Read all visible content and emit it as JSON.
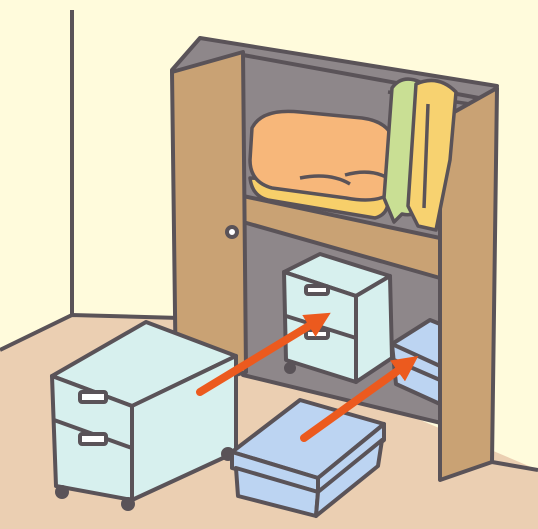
{
  "colors": {
    "wall": "#FFFBDC",
    "floor": "#EBCFB2",
    "outline": "#5A5358",
    "closet_wood": "#C9A274",
    "closet_interior": "#8E878A",
    "towel_orange": "#F7B77A",
    "towel_yellow": "#F7CF6A",
    "cloth_green": "#C9DF94",
    "cloth_yellow": "#F7D270",
    "drawer_cyan": "#D7F0EE",
    "bin_blue": "#BCD4F2",
    "arrow": "#EC5A1E"
  },
  "scene": {
    "objects": [
      "wall",
      "floor",
      "closet",
      "folded-towels",
      "hanging-clothes",
      "drawer-units",
      "storage-bin",
      "arrows"
    ]
  }
}
